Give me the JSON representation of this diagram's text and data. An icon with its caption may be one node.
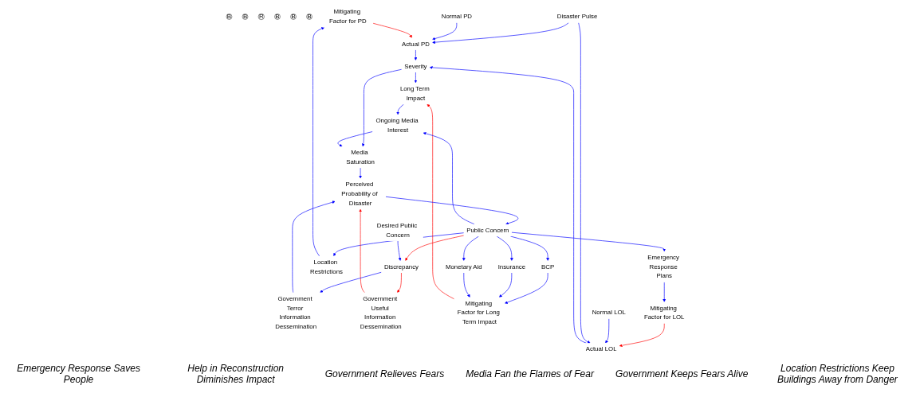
{
  "diagram": {
    "nodes": [
      {
        "text": [
          "Mitigating Factor for LOL"
        ]
      },
      {
        "text": [
          "Emergency Response Plans"
        ]
      },
      {
        "text": [
          "BCP"
        ]
      },
      {
        "text": [
          "Insurance"
        ]
      },
      {
        "text": [
          "Monetary Aid"
        ]
      },
      {
        "text": [
          "Normal LOL"
        ]
      },
      {
        "text": [
          "Actual LOL"
        ]
      },
      {
        "text": [
          "Mitigating Factor for Long Term Impact"
        ]
      },
      {
        "text": [
          "Public Concern"
        ]
      },
      {
        "text": [
          "Desired Public Concern"
        ]
      },
      {
        "text": [
          "Location Restrictions"
        ]
      },
      {
        "text": [
          "Discrepancy"
        ]
      },
      {
        "text": [
          "Disaster Pulse"
        ]
      },
      {
        "text": [
          "Severity"
        ]
      },
      {
        "text": [
          "Long Term Impact"
        ]
      },
      {
        "text": [
          "Government Useful Information Dessemination"
        ]
      },
      {
        "text": [
          "Ongoing Media Interest"
        ]
      },
      {
        "text": [
          "Normal PD"
        ]
      },
      {
        "text": [
          "Actual PD"
        ]
      },
      {
        "text": [
          "Perceived Probability of Disaster"
        ]
      },
      {
        "text": [
          "Media Saturation"
        ]
      },
      {
        "text": [
          "Government Terror Information Dessemination"
        ]
      },
      {
        "text": [
          "Mitigating Factor for PD"
        ]
      },
      {
        "text": [
          "B"
        ]
      },
      {
        "text": [
          "B"
        ]
      },
      {
        "text": [
          "B"
        ]
      },
      {
        "text": [
          "R"
        ]
      },
      {
        "text": [
          "B"
        ]
      },
      {
        "text": [
          "B"
        ]
      }
    ],
    "edges": [
      {
        "from": 1,
        "to": 0,
        "arrow": "to"
      },
      {
        "from": 0,
        "to": 6,
        "arrow": "to",
        "color": "#ff0000"
      },
      {
        "from": 8,
        "to": 2,
        "arrow": "to"
      },
      {
        "from": 8,
        "to": 3,
        "arrow": "to"
      },
      {
        "from": 8,
        "to": 4,
        "arrow": "to"
      },
      {
        "from": 8,
        "to": 1,
        "arrow": "to"
      },
      {
        "from": 8,
        "to": 10,
        "arrow": "to"
      },
      {
        "from": 8,
        "to": 11,
        "arrow": "to",
        "color": "#ff0000"
      },
      {
        "from": 2,
        "to": 7,
        "arrow": "to"
      },
      {
        "from": 3,
        "to": 7,
        "arrow": "to"
      },
      {
        "from": 4,
        "to": 7,
        "arrow": "to"
      },
      {
        "from": 5,
        "to": 6,
        "arrow": "to"
      },
      {
        "from": 12,
        "to": 6,
        "arrow": "to"
      },
      {
        "from": 12,
        "to": 18,
        "arrow": "to"
      },
      {
        "from": 17,
        "to": 18,
        "arrow": "to"
      },
      {
        "from": 6,
        "to": 13,
        "arrow": "to"
      },
      {
        "from": 18,
        "to": 13,
        "arrow": "to"
      },
      {
        "from": 13,
        "to": 14,
        "arrow": "to"
      },
      {
        "from": 7,
        "to": 14,
        "arrow": "to",
        "color": "#ff0000"
      },
      {
        "from": 14,
        "to": 16,
        "arrow": "to"
      },
      {
        "from": 13,
        "to": 20,
        "arrow": "to"
      },
      {
        "from": 8,
        "to": 16,
        "arrow": "to"
      },
      {
        "from": 16,
        "to": 20,
        "arrow": "to"
      },
      {
        "from": 20,
        "to": 19,
        "arrow": "to"
      },
      {
        "from": 19,
        "to": 8,
        "arrow": "to"
      },
      {
        "from": 9,
        "to": 11,
        "arrow": "to"
      },
      {
        "from": 11,
        "to": 15,
        "arrow": "to",
        "color": "#ff0000"
      },
      {
        "from": 15,
        "to": 19,
        "arrow": "to",
        "color": "#ff0000"
      },
      {
        "from": 11,
        "to": 21,
        "arrow": "to"
      },
      {
        "from": 21,
        "to": 19,
        "arrow": "to"
      },
      {
        "from": 10,
        "to": 22,
        "arrow": "to"
      },
      {
        "from": 22,
        "to": 18,
        "arrow": "to",
        "color": "#ff0000"
      }
    ],
    "labels": [
      "Emergency Response Saves People",
      "Help in Reconstruction Diminishes Impact",
      "Government Relieves Fears",
      "Media Fan the Flames of Fear",
      "Government Keeps Fears Alive",
      "Location Restrictions Keep Buildings Away from Danger"
    ]
  }
}
